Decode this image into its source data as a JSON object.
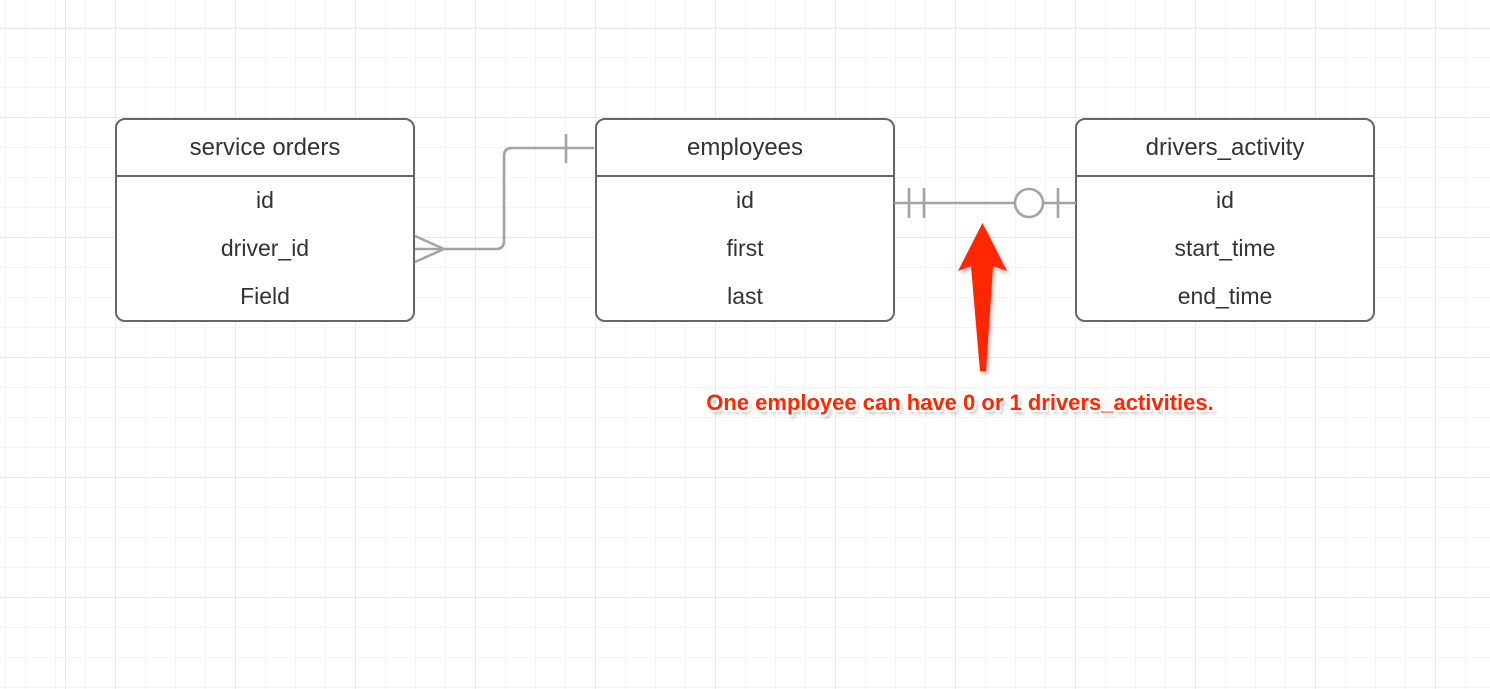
{
  "canvas": {
    "background": "#ffffff",
    "grid_minor_color": "#f4f4f4",
    "grid_major_color": "#e9e9e9"
  },
  "colors": {
    "entity_border": "#666666",
    "entity_text": "#333333",
    "connector": "#a3a3a3",
    "annotation_red": "#ff2600"
  },
  "entities": [
    {
      "title": "service orders",
      "fields": [
        "id",
        "driver_id",
        "Field"
      ]
    },
    {
      "title": "employees",
      "fields": [
        "id",
        "first",
        "last"
      ]
    },
    {
      "title": "drivers_activity",
      "fields": [
        "id",
        "start_time",
        "end_time"
      ]
    }
  ],
  "relationships": [
    {
      "from": "service orders",
      "from_field": "driver_id",
      "to": "employees",
      "from_cardinality": "many (crow's foot)",
      "to_cardinality": "one (single tick)"
    },
    {
      "from": "employees",
      "to": "drivers_activity",
      "from_cardinality": "one and only one (double tick)",
      "to_cardinality": "zero or one (circle and tick)"
    }
  ],
  "annotation": {
    "text": "One employee can have 0 or 1 drivers_activities.",
    "color": "#ff2600",
    "arrow": "red-up-arrow"
  }
}
